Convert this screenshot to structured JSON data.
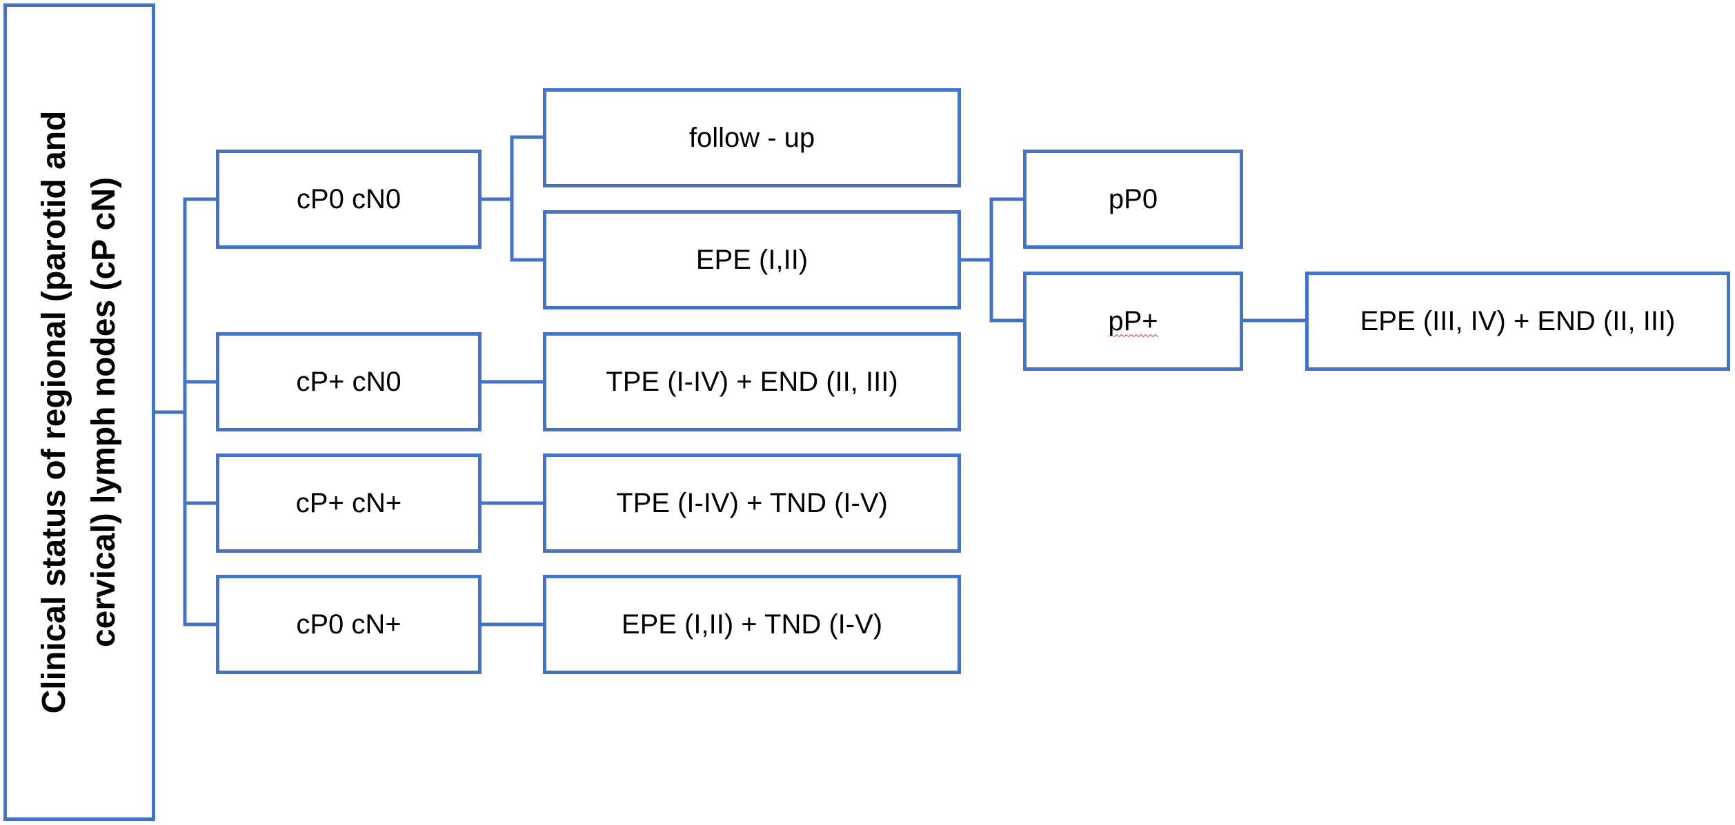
{
  "diagram": {
    "root": {
      "line1": "Clinical status of regional (parotid and",
      "line2": "cervical) lymph nodes (cP cN)"
    },
    "clinical": {
      "cp0_cn0": "cP0 cN0",
      "cpplus_cn0": "cP+ cN0",
      "cpplus_cnplus": "cP+ cN+",
      "cp0_cnplus": "cP0 cN+"
    },
    "treatments": {
      "follow_up": "follow - up",
      "epe_1_2": "EPE (I,II)",
      "tpe_end": "TPE (I-IV) + END (II, III)",
      "tpe_tnd": "TPE (I-IV) + TND (I-V)",
      "epe_tnd": "EPE (I,II) + TND (I-V)"
    },
    "pathology": {
      "pp0": "pP0",
      "ppplus": "pP+"
    },
    "final": {
      "epe_end": "EPE (III, IV) + END (II, III)"
    },
    "colors": {
      "border": "#4472c4",
      "text": "#000000",
      "background": "#ffffff"
    }
  }
}
